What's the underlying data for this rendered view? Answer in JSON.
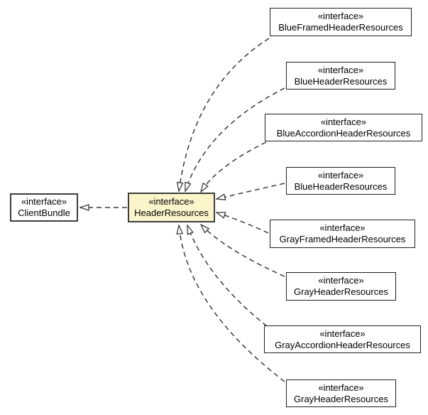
{
  "diagram": {
    "type": "uml-class-diagram",
    "background_color": "#ffffff",
    "edge_color": "#3a3a3a",
    "highlight_fill": "#fcf4cb",
    "box_border_color": "#1f1f1f",
    "stereotype_label": "«interface»"
  },
  "nodes": {
    "client_bundle": {
      "stereotype": "«interface»",
      "name": "ClientBundle"
    },
    "header_resources": {
      "stereotype": "«interface»",
      "name": "HeaderResources"
    },
    "subinterfaces": [
      {
        "stereotype": "«interface»",
        "name": "BlueFramedHeaderResources"
      },
      {
        "stereotype": "«interface»",
        "name": "BlueHeaderResources"
      },
      {
        "stereotype": "«interface»",
        "name": "BlueAccordionHeaderResources"
      },
      {
        "stereotype": "«interface»",
        "name": "BlueHeaderResources"
      },
      {
        "stereotype": "«interface»",
        "name": "GrayFramedHeaderResources"
      },
      {
        "stereotype": "«interface»",
        "name": "GrayHeaderResources"
      },
      {
        "stereotype": "«interface»",
        "name": "GrayAccordionHeaderResources"
      },
      {
        "stereotype": "«interface»",
        "name": "GrayHeaderResources"
      }
    ]
  },
  "edges": [
    {
      "from": "BlueFramedHeaderResources",
      "to": "HeaderResources",
      "style": "dashed",
      "arrowhead": "hollow-triangle"
    },
    {
      "from": "BlueHeaderResources",
      "to": "HeaderResources",
      "style": "dashed",
      "arrowhead": "hollow-triangle"
    },
    {
      "from": "BlueAccordionHeaderResources",
      "to": "HeaderResources",
      "style": "dashed",
      "arrowhead": "hollow-triangle"
    },
    {
      "from": "BlueHeaderResources",
      "to": "HeaderResources",
      "style": "dashed",
      "arrowhead": "hollow-triangle"
    },
    {
      "from": "GrayFramedHeaderResources",
      "to": "HeaderResources",
      "style": "dashed",
      "arrowhead": "hollow-triangle"
    },
    {
      "from": "GrayHeaderResources",
      "to": "HeaderResources",
      "style": "dashed",
      "arrowhead": "hollow-triangle"
    },
    {
      "from": "GrayAccordionHeaderResources",
      "to": "HeaderResources",
      "style": "dashed",
      "arrowhead": "hollow-triangle"
    },
    {
      "from": "GrayHeaderResources",
      "to": "HeaderResources",
      "style": "dashed",
      "arrowhead": "hollow-triangle"
    },
    {
      "from": "HeaderResources",
      "to": "ClientBundle",
      "style": "dashed",
      "arrowhead": "hollow-triangle"
    }
  ]
}
